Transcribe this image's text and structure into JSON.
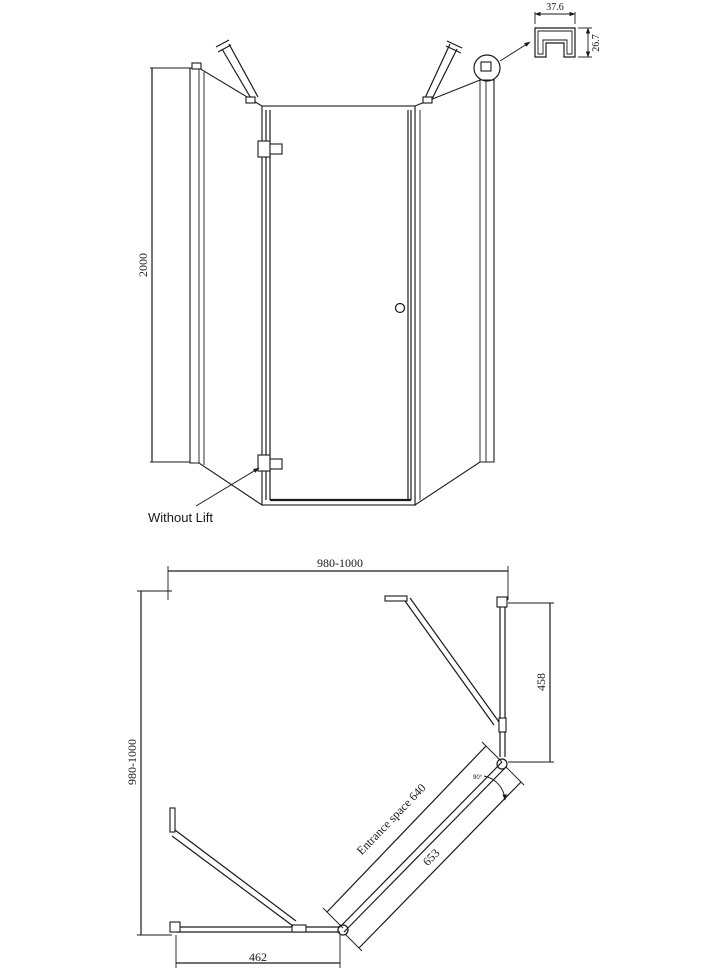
{
  "front_view": {
    "height_label": "2000",
    "hinge_callout": "Without Lift",
    "profile_width": "37.6",
    "profile_depth": "26.7"
  },
  "plan_view": {
    "width_label": "980-1000",
    "depth_label": "980-1000",
    "right_panel_label": "458",
    "bottom_panel_label": "462",
    "entrance_label": "Entrance space 640",
    "diagonal_label": "653",
    "angle_label": "90°"
  }
}
